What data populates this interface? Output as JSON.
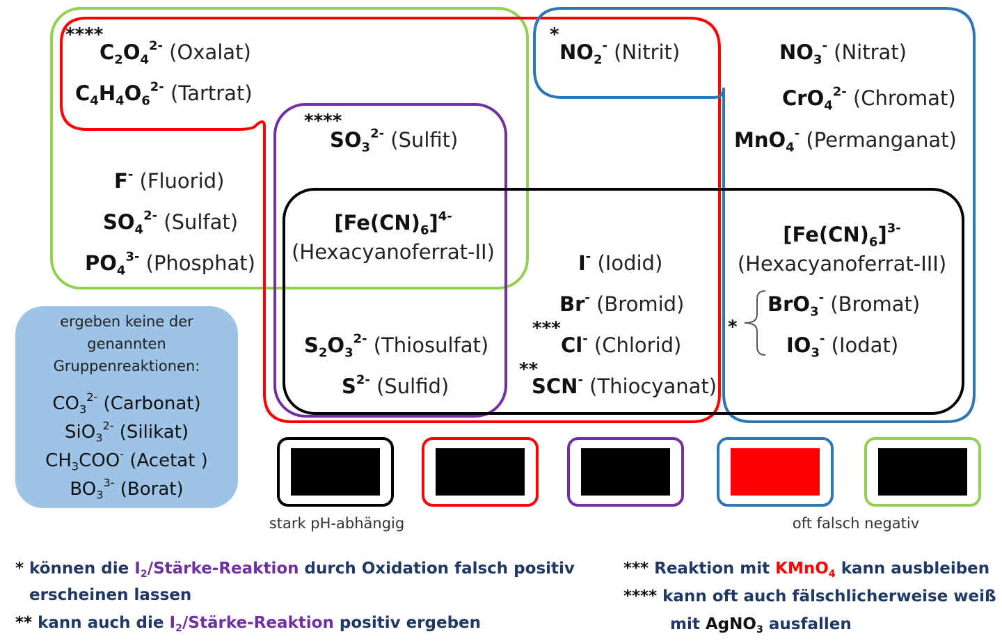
{
  "colors": {
    "green": "#92d050",
    "red": "#ff0000",
    "blue": "#2e75b6",
    "purple": "#7030a0",
    "black": "#000000",
    "no_group_fill": "#9dc3e6",
    "footnote_text": "#1f3864"
  },
  "ions": {
    "oxalat": {
      "formula_a": "C",
      "s1": "2",
      "formula_b": "O",
      "s2": "4",
      "charge": "2-",
      "name": "(Oxalat)",
      "stars": "****"
    },
    "tartrat": {
      "formula_a": "C",
      "s1": "4",
      "formula_b": "H",
      "s2": "4",
      "formula_c": "O",
      "s3": "6",
      "charge": "2-",
      "name": "(Tartrat)"
    },
    "sulfit": {
      "formula_a": "SO",
      "s1": "3",
      "charge": "2-",
      "name": "(Sulfit)",
      "stars": "****"
    },
    "fluorid": {
      "formula_a": "F",
      "charge": "-",
      "name": "(Fluorid)"
    },
    "sulfat": {
      "formula_a": "SO",
      "s1": "4",
      "charge": "2-",
      "name": "(Sulfat)"
    },
    "phosphat": {
      "formula_a": "PO",
      "s1": "4",
      "charge": "3-",
      "name": "(Phosphat)"
    },
    "hexa2": {
      "formula_a": "[Fe(CN)",
      "s1": "6",
      "formula_b": "]",
      "charge": "4-",
      "name": "(Hexacyanoferrat-II)"
    },
    "thiosulfat": {
      "formula_a": "S",
      "s1": "2",
      "formula_b": "O",
      "s2": "3",
      "charge": "2-",
      "name": "(Thiosulfat)"
    },
    "sulfid": {
      "formula_a": "S",
      "charge": "2-",
      "name": "(Sulfid)"
    },
    "nitrit": {
      "formula_a": "NO",
      "s1": "2",
      "charge": "-",
      "name": "(Nitrit)",
      "stars": "*"
    },
    "iodid": {
      "formula_a": "I",
      "charge": "-",
      "name": "(Iodid)"
    },
    "bromid": {
      "formula_a": "Br",
      "charge": "-",
      "name": "(Bromid)"
    },
    "chlorid": {
      "formula_a": "Cl",
      "charge": "-",
      "name": "(Chlorid)",
      "stars": "***"
    },
    "thiocyanat": {
      "formula_a": "SCN",
      "charge": "-",
      "name": "(Thiocyanat)",
      "stars": "**"
    },
    "nitrat": {
      "formula_a": "NO",
      "s1": "3",
      "charge": "-",
      "name": "(Nitrat)"
    },
    "chromat": {
      "formula_a": "CrO",
      "s1": "4",
      "charge": "2-",
      "name": "(Chromat)"
    },
    "permanganat": {
      "formula_a": "MnO",
      "s1": "4",
      "charge": "-",
      "name": "(Permanganat)"
    },
    "hexa3": {
      "formula_a": "[Fe(CN)",
      "s1": "6",
      "formula_b": "]",
      "charge": "3-",
      "name": "(Hexacyanoferrat-III)"
    },
    "bromat": {
      "formula_a": "BrO",
      "s1": "3",
      "charge": "-",
      "name": "(Bromat)"
    },
    "iodat": {
      "formula_a": "IO",
      "s1": "3",
      "charge": "-",
      "name": "(Iodat)"
    },
    "bracket_star": "*"
  },
  "no_group": {
    "line1": "ergeben keine der",
    "line2": "genannten",
    "line3": "Gruppenreaktionen:",
    "carbonat": {
      "formula_a": "CO",
      "s1": "3",
      "charge": "2-",
      "name": "(Carbonat)"
    },
    "silikat": {
      "formula_a": "SiO",
      "s1": "3",
      "charge": "2-",
      "name": "(Silikat)"
    },
    "acetat": {
      "formula_a": "CH",
      "s1": "3",
      "formula_b": "COO",
      "charge": "-",
      "name": "(Acetat )"
    },
    "borat": {
      "formula_a": "BO",
      "s1": "3",
      "charge": "3-",
      "name": "(Borat)"
    }
  },
  "legend": {
    "swatches": [
      {
        "border": "#000000",
        "fill": "#000000"
      },
      {
        "border": "#ff0000",
        "fill": "#000000"
      },
      {
        "border": "#7030a0",
        "fill": "#000000"
      },
      {
        "border": "#2e75b6",
        "fill": "#ff0000"
      },
      {
        "border": "#92d050",
        "fill": "#000000"
      }
    ],
    "caption_black": "stark pH-abhängig",
    "caption_green": "oft falsch negativ"
  },
  "footnotes": {
    "f1_star": "*",
    "f1_a": "können die",
    "f1_i": "I",
    "f1_isub": "2",
    "f1_b": "/Stärke-Reaktion",
    "f1_c": "durch Oxidation falsch positiv",
    "f1_line2": "erscheinen lassen",
    "f2_star": "**",
    "f2_a": "kann auch die",
    "f2_i": "I",
    "f2_isub": "2",
    "f2_b": "/Stärke-Reaktion",
    "f2_c": "positiv ergeben",
    "f3_star": "***",
    "f3_a": "Reaktion mit",
    "f3_k": "KMnO",
    "f3_ksub": "4",
    "f3_c": "kann ausbleiben",
    "f4_star": "****",
    "f4_a": "kann oft auch fälschlicherweise weiß",
    "f4_b": "mit",
    "f4_ag": "AgNO",
    "f4_agsub": "3",
    "f4_c": "ausfallen"
  }
}
